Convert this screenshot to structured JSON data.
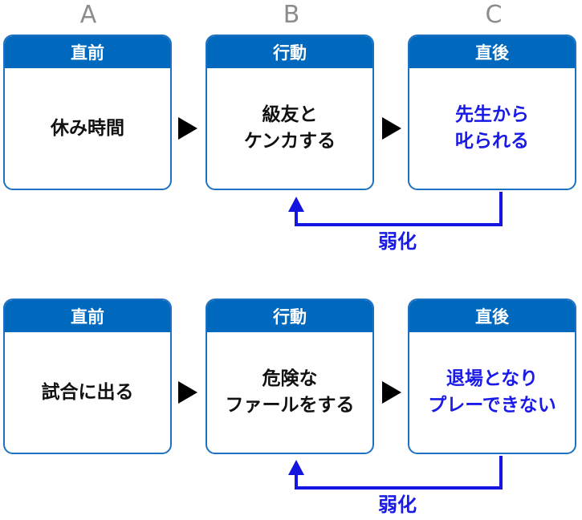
{
  "column_letters": [
    "A",
    "B",
    "C"
  ],
  "rows": [
    {
      "antecedent": {
        "header": "直前",
        "lines": [
          "休み時間"
        ]
      },
      "behavior": {
        "header": "行動",
        "lines": [
          "級友と",
          "ケンカする"
        ]
      },
      "consequence": {
        "header": "直後",
        "lines": [
          "先生から",
          "叱られる"
        ]
      },
      "feedback_label": "弱化"
    },
    {
      "antecedent": {
        "header": "直前",
        "lines": [
          "試合に出る"
        ]
      },
      "behavior": {
        "header": "行動",
        "lines": [
          "危険な",
          "ファールをする"
        ]
      },
      "consequence": {
        "header": "直後",
        "lines": [
          "退場となり",
          "プレーできない"
        ]
      },
      "feedback_label": "弱化"
    }
  ],
  "colors": {
    "header_fill": "#0068bd",
    "card_border": "#1e71c2",
    "consequence_text": "#1a1ae6",
    "feedback_arrow": "#1515e0",
    "column_letter": "#8c8c8c"
  }
}
